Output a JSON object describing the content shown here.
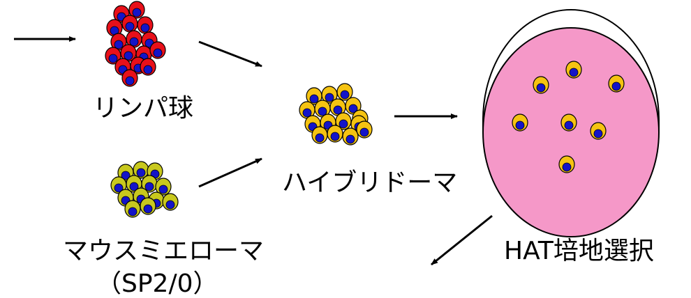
{
  "labels": {
    "lymphocyte": "リンパ球",
    "myeloma": "マウスミエローマ",
    "myeloma_sub": "（SP2/0）",
    "hybridoma": "ハイブリドーマ",
    "hat": "HAT培地選択"
  },
  "colors": {
    "lymphocyte_cell": "#e8101a",
    "myeloma_cell": "#c8c81e",
    "hybridoma_cell": "#f5c312",
    "nucleus": "#1414c8",
    "dish_fill": "#f598c8",
    "stroke": "#000000"
  }
}
